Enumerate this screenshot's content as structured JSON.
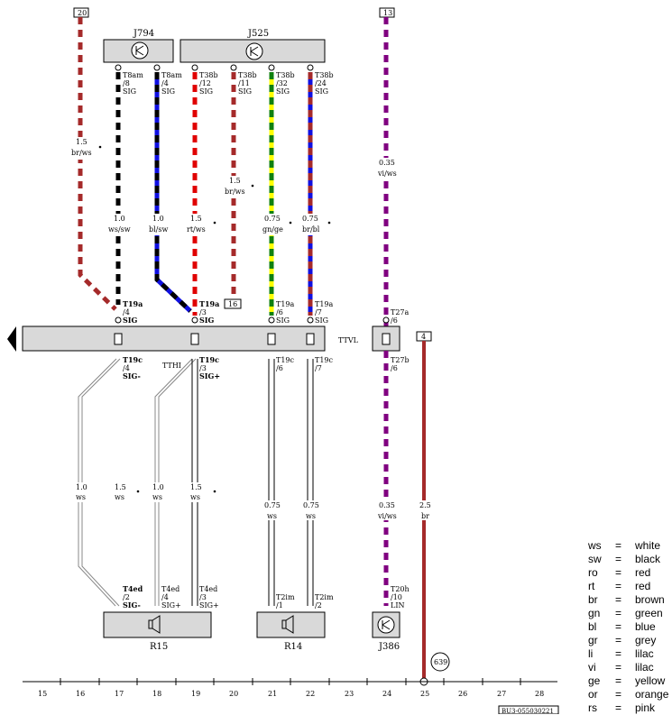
{
  "components": {
    "j794": "J794",
    "j525": "J525",
    "j386": "J386",
    "r15": "R15",
    "r14": "R14",
    "ttvl": "TTVL",
    "tthi": "TTHI"
  },
  "boxes": {
    "top_20": "20",
    "top_13": "13",
    "mid_16": "16",
    "right_4": "4",
    "circle_639": "639"
  },
  "pins": {
    "t8am_8": [
      "T8am",
      "/8",
      "SIG"
    ],
    "t8am_4": [
      "T8am",
      "/4",
      "SIG"
    ],
    "t38b_12": [
      "T38b",
      "/12",
      "SIG"
    ],
    "t38b_11": [
      "T38b",
      "/11",
      "SIG"
    ],
    "t38b_32": [
      "T38b",
      "/32",
      "SIG"
    ],
    "t38b_24": [
      "T38b",
      "/24",
      "SIG"
    ],
    "t19a_4": [
      "T19a",
      "/4",
      "SIG"
    ],
    "t19a_3": [
      "T19a",
      "/3",
      "SIG"
    ],
    "t19a_6": [
      "T19a",
      "/6",
      "SIG"
    ],
    "t19a_7": [
      "T19a",
      "/7",
      "SIG"
    ],
    "t27a_6": [
      "T27a",
      "/6"
    ],
    "t19c_4": [
      "T19c",
      "/4",
      "SIG-"
    ],
    "t19c_3": [
      "T19c",
      "/3",
      "SIG+"
    ],
    "t19c_6": [
      "T19c",
      "/6"
    ],
    "t19c_7": [
      "T19c",
      "/7"
    ],
    "t27b_6": [
      "T27b",
      "/6"
    ],
    "t4ed_2": [
      "T4ed",
      "/2",
      "SIG-"
    ],
    "t4ed_4": [
      "T4ed",
      "/4",
      "SIG+"
    ],
    "t4ed_3": [
      "T4ed",
      "/3",
      "SIG+"
    ],
    "t2im_1": [
      "T2im",
      "/1"
    ],
    "t2im_2": [
      "T2im",
      "/2"
    ],
    "t20h_10": [
      "T20h",
      "/10",
      "LIN"
    ]
  },
  "wires": {
    "w_br_ws_top": [
      "1.5",
      "br/ws"
    ],
    "w_ws_sw": [
      "1.0",
      "ws/sw"
    ],
    "w_bl_sw": [
      "1.0",
      "bl/sw"
    ],
    "w_rt_ws": [
      "1.5",
      "rt/ws"
    ],
    "w_br_ws_mid": [
      "1.5",
      "br/ws"
    ],
    "w_gn_ge": [
      "0.75",
      "gn/ge"
    ],
    "w_br_bl": [
      "0.75",
      "br/bl"
    ],
    "w_vi_ws_top": [
      "0.35",
      "vi/ws"
    ],
    "w_ws_17": [
      "1.0",
      "ws"
    ],
    "w_ws_16": [
      "1.5",
      "ws"
    ],
    "w_ws_18": [
      "1.0",
      "ws"
    ],
    "w_ws_19": [
      "1.5",
      "ws"
    ],
    "w_ws_21": [
      "0.75",
      "ws"
    ],
    "w_ws_22": [
      "0.75",
      "ws"
    ],
    "w_vi_ws_bot": [
      "0.35",
      "vi/ws"
    ],
    "w_br_25": [
      "2.5",
      "br"
    ]
  },
  "ruler": [
    "15",
    "16",
    "17",
    "18",
    "19",
    "20",
    "21",
    "22",
    "23",
    "24",
    "25",
    "26",
    "27",
    "28"
  ],
  "doc_id": "BU3-055030221",
  "legend": [
    {
      "code": "ws",
      "name": "white"
    },
    {
      "code": "sw",
      "name": "black"
    },
    {
      "code": "ro",
      "name": "red"
    },
    {
      "code": "rt",
      "name": "red"
    },
    {
      "code": "br",
      "name": "brown"
    },
    {
      "code": "gn",
      "name": "green"
    },
    {
      "code": "bl",
      "name": "blue"
    },
    {
      "code": "gr",
      "name": "grey"
    },
    {
      "code": "li",
      "name": "lilac"
    },
    {
      "code": "vi",
      "name": "lilac"
    },
    {
      "code": "ge",
      "name": "yellow"
    },
    {
      "code": "or",
      "name": "orange"
    },
    {
      "code": "rs",
      "name": "pink"
    }
  ],
  "legend_eq": "=",
  "colors": {
    "brown": "#a52a2a",
    "red": "#e00000",
    "blue": "#1010e0",
    "green": "#108010",
    "yellow": "#ffff00",
    "violet": "#800080",
    "black": "#000000",
    "grey_fill": "#d9d9d9"
  }
}
